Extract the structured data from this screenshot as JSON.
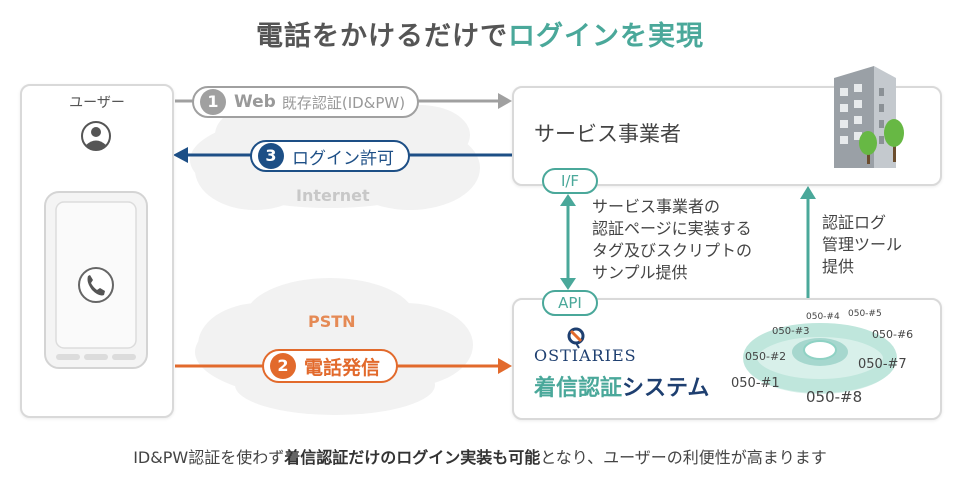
{
  "title": {
    "part1": "電話をかけるだけで",
    "part2": "ログインを実現"
  },
  "user": {
    "label": "ユーザー"
  },
  "service": {
    "label": "サービス事業者"
  },
  "internet": {
    "label": "Internet"
  },
  "pstn": {
    "label": "PSTN"
  },
  "steps": [
    {
      "num": "1",
      "label_bold": "Web",
      "label": "既存認証(ID&PW)"
    },
    {
      "num": "3",
      "label": "ログイン許可"
    },
    {
      "num": "2",
      "label": "電話発信"
    }
  ],
  "interfaces": {
    "top": "I/F",
    "bottom": "API"
  },
  "integration_note": [
    "サービス事業者の",
    "認証ページに実装する",
    "タグ及びスクリプトの",
    "サンプル提供"
  ],
  "log_note": [
    "認証ログ",
    "管理ツール",
    "提供"
  ],
  "ostiaries": {
    "logo_text": "OSTIARIES",
    "system_name_colored": "着信認証",
    "system_name_rest": "システム"
  },
  "phone_numbers": [
    "050-#1",
    "050-#2",
    "050-#3",
    "050-#4",
    "050-#5",
    "050-#6",
    "050-#7",
    "050-#8"
  ],
  "footer": {
    "part1": "ID&PW認証を使わず",
    "part2": "着信認証だけのログイン実装も可能",
    "part3": "となり、ユーザーの利便性が高まります"
  },
  "colors": {
    "teal": "#4aa89a",
    "navy": "#1d4f86",
    "orange": "#e26a2c",
    "gray": "#a0a0a0"
  }
}
